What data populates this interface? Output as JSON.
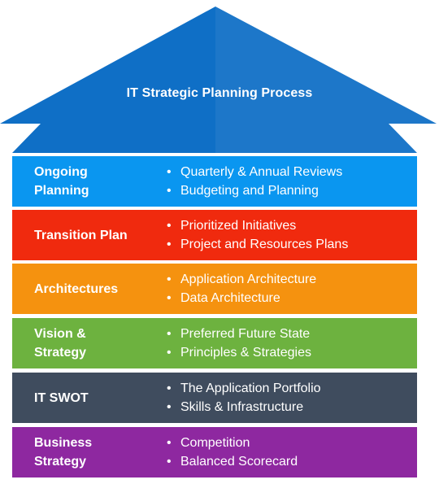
{
  "roof": {
    "title": "IT Strategic Planning Process",
    "color": "#0f6fc6"
  },
  "tiers": [
    {
      "label_lines": [
        "Ongoing",
        "Planning"
      ],
      "bullets": [
        "Quarterly & Annual Reviews",
        "Budgeting and Planning"
      ],
      "color": "#0a96f0"
    },
    {
      "label_lines": [
        "Transition Plan"
      ],
      "bullets": [
        "Prioritized Initiatives",
        "Project and Resources Plans"
      ],
      "color": "#f02a0e"
    },
    {
      "label_lines": [
        "Architectures"
      ],
      "bullets": [
        "Application Architecture",
        "Data Architecture"
      ],
      "color": "#f5920f"
    },
    {
      "label_lines": [
        "Vision &",
        "Strategy"
      ],
      "bullets": [
        "Preferred Future State",
        "Principles & Strategies"
      ],
      "color": "#6db23f"
    },
    {
      "label_lines": [
        "IT SWOT"
      ],
      "bullets": [
        "The Application Portfolio",
        "Skills & Infrastructure"
      ],
      "color": "#3f4c5e"
    },
    {
      "label_lines": [
        "Business",
        "Strategy"
      ],
      "bullets": [
        "Competition",
        "Balanced Scorecard"
      ],
      "color": "#8e28a0"
    }
  ]
}
